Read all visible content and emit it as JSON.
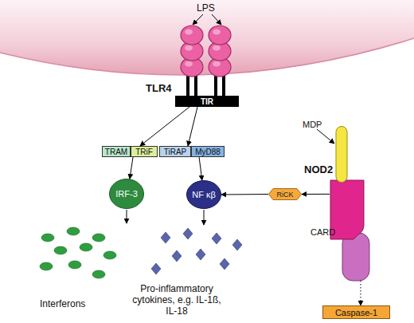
{
  "diagram": {
    "nodes": [
      {
        "text": [
          "TLR4"
        ]
      },
      {
        "text": [
          "TIR"
        ],
        "in": 0
      },
      {
        "text": [
          "TRAM"
        ]
      },
      {
        "text": [
          "TRiF"
        ]
      },
      {
        "text": [
          "TiRAP"
        ]
      },
      {
        "text": [
          "MyD88"
        ]
      },
      {
        "text": [
          "NOD2",
          "CARD"
        ]
      },
      {
        "text": [
          "IRF-3"
        ]
      },
      {
        "text": [
          "NF κβ"
        ]
      },
      {
        "text": [
          "RiCK"
        ]
      },
      {
        "text": [
          "Caspase-1"
        ]
      }
    ],
    "edges": [
      {
        "from": 1,
        "to": 3,
        "arrow": "to"
      },
      {
        "from": 1,
        "to": 4,
        "arrow": "to"
      },
      {
        "from": 3,
        "to": 7,
        "arrow": "to"
      },
      {
        "from": 5,
        "to": 8,
        "arrow": "to"
      },
      {
        "from": 9,
        "to": 8,
        "arrow": "to"
      },
      {
        "from": 6,
        "to": 9,
        "arrow": "to"
      },
      {
        "from": 6,
        "to": 10,
        "arrow": "to"
      }
    ],
    "labels": [
      "LPS",
      "MDP",
      "Interferons",
      "Pro-inflammatory cytokines, e.g. IL-1ß, IL-18"
    ]
  }
}
